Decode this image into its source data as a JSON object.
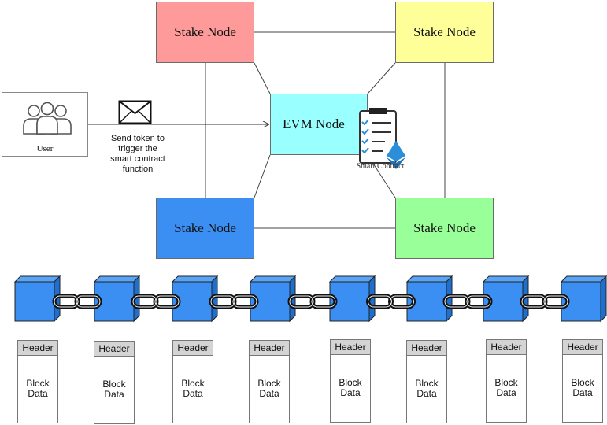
{
  "nodes": {
    "stake_top_left": "Stake Node",
    "stake_top_right": "Stake Node",
    "stake_bottom_left": "Stake Node",
    "stake_bottom_right": "Stake Node",
    "evm": "EVM Node"
  },
  "user": {
    "label": "User",
    "icon": "users-icon"
  },
  "message": {
    "icon": "envelope-icon",
    "label_lines": [
      "Send token to",
      "trigger the",
      "smart contract",
      "function"
    ]
  },
  "smart_contract": {
    "label": "Smart Contract",
    "icon": "contract-clipboard-icon",
    "badge_icon": "ethereum-icon"
  },
  "colors": {
    "stake_top_left": "#ff9a9a",
    "stake_top_right": "#ffff99",
    "stake_bottom_left": "#3b8ff3",
    "stake_bottom_right": "#99ff99",
    "evm": "#99ffff",
    "chain_block": "#3b8ff3"
  },
  "blockchain": {
    "block_icon": "cube-icon",
    "link_icon": "chain-link-icon",
    "blocks": [
      {
        "header": "Header",
        "data_lines": [
          "Block",
          "Data"
        ]
      },
      {
        "header": "Header",
        "data_lines": [
          "Block",
          "Data"
        ]
      },
      {
        "header": "Header",
        "data_lines": [
          "Block",
          "Data"
        ]
      },
      {
        "header": "Header",
        "data_lines": [
          "Block",
          "Data"
        ]
      },
      {
        "header": "Header",
        "data_lines": [
          "Block",
          "Data"
        ]
      },
      {
        "header": "Header",
        "data_lines": [
          "Block",
          "Data"
        ]
      },
      {
        "header": "Header",
        "data_lines": [
          "Block",
          "Data"
        ]
      },
      {
        "header": "Header",
        "data_lines": [
          "Block",
          "Data"
        ]
      }
    ]
  }
}
